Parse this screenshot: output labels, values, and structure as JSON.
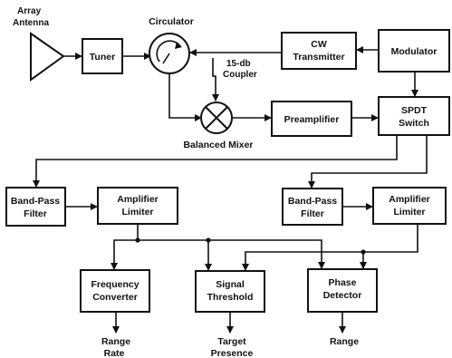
{
  "diagram": {
    "antenna": {
      "line1": "Array",
      "line2": "Antenna"
    },
    "tuner": "Tuner",
    "circulator": "Circulator",
    "cw_transmitter": {
      "line1": "CW",
      "line2": "Transmitter"
    },
    "modulator": "Modulator",
    "coupler": {
      "line1": "15-db",
      "line2": "Coupler"
    },
    "balanced_mixer": "Balanced Mixer",
    "preamplifier": "Preamplifier",
    "spdt_switch": {
      "line1": "SPDT",
      "line2": "Switch"
    },
    "bandpass_filter_left": {
      "line1": "Band-Pass",
      "line2": "Filter"
    },
    "amp_limiter_left": {
      "line1": "Amplifier",
      "line2": "Limiter"
    },
    "bandpass_filter_right": {
      "line1": "Band-Pass",
      "line2": "Filter"
    },
    "amp_limiter_right": {
      "line1": "Amplifier",
      "line2": "Limiter"
    },
    "frequency_converter": {
      "line1": "Frequency",
      "line2": "Converter"
    },
    "signal_threshold": {
      "line1": "Signal",
      "line2": "Threshold"
    },
    "phase_detector": {
      "line1": "Phase",
      "line2": "Detector"
    },
    "outputs": {
      "range_rate": {
        "line1": "Range",
        "line2": "Rate"
      },
      "target_presence": {
        "line1": "Target",
        "line2": "Presence"
      },
      "range": "Range"
    }
  }
}
